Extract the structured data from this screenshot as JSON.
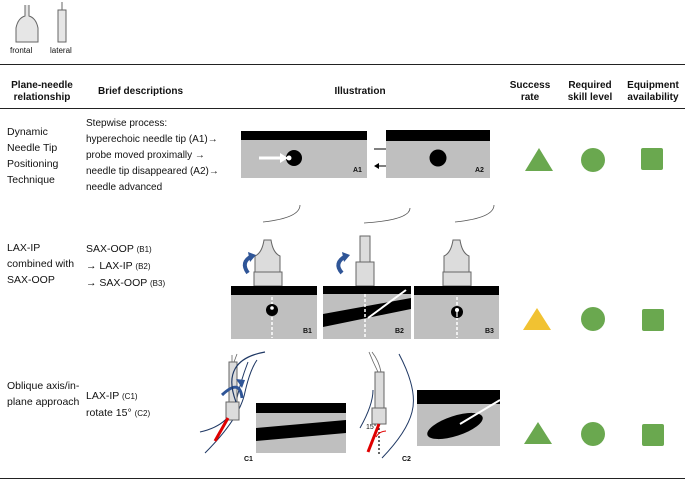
{
  "legend": {
    "frontal": "frontal",
    "lateral": "lateral"
  },
  "headers": {
    "relationship": "Plane-needle relationship",
    "descriptions": "Brief descriptions",
    "illustration": "Illustration",
    "success": "Success rate",
    "skill": "Required skill level",
    "equipment": "Equipment availability"
  },
  "rows": [
    {
      "name": "Dynamic Needle Tip Positioning Technique",
      "desc_lines": [
        "Stepwise process:",
        "hyperechoic needle tip (A1)→",
        "probe moved proximally →",
        "needle tip disappeared (A2)→",
        "needle advanced"
      ],
      "panels": [
        "A1",
        "A2"
      ],
      "success_color": "#6aa84f",
      "skill_color": "#6aa84f",
      "equip_color": "#6aa84f"
    },
    {
      "name": "LAX-IP combined with SAX-OOP",
      "desc_lines": [
        "SAX-OOP",
        "→ LAX-IP",
        "→ SAX-OOP"
      ],
      "desc_small": [
        "(B1)",
        "(B2)",
        "(B3)"
      ],
      "panels": [
        "B1",
        "B2",
        "B3"
      ],
      "success_color": "#f1c232",
      "skill_color": "#6aa84f",
      "equip_color": "#6aa84f"
    },
    {
      "name": "Oblique axis/in-plane approach",
      "desc_lines": [
        "LAX-IP",
        "rotate 15°"
      ],
      "desc_small": [
        "(C1)",
        "(C2)"
      ],
      "panels": [
        "C1",
        "C2"
      ],
      "angle_label": "15°",
      "success_color": "#6aa84f",
      "skill_color": "#6aa84f",
      "equip_color": "#6aa84f"
    }
  ]
}
